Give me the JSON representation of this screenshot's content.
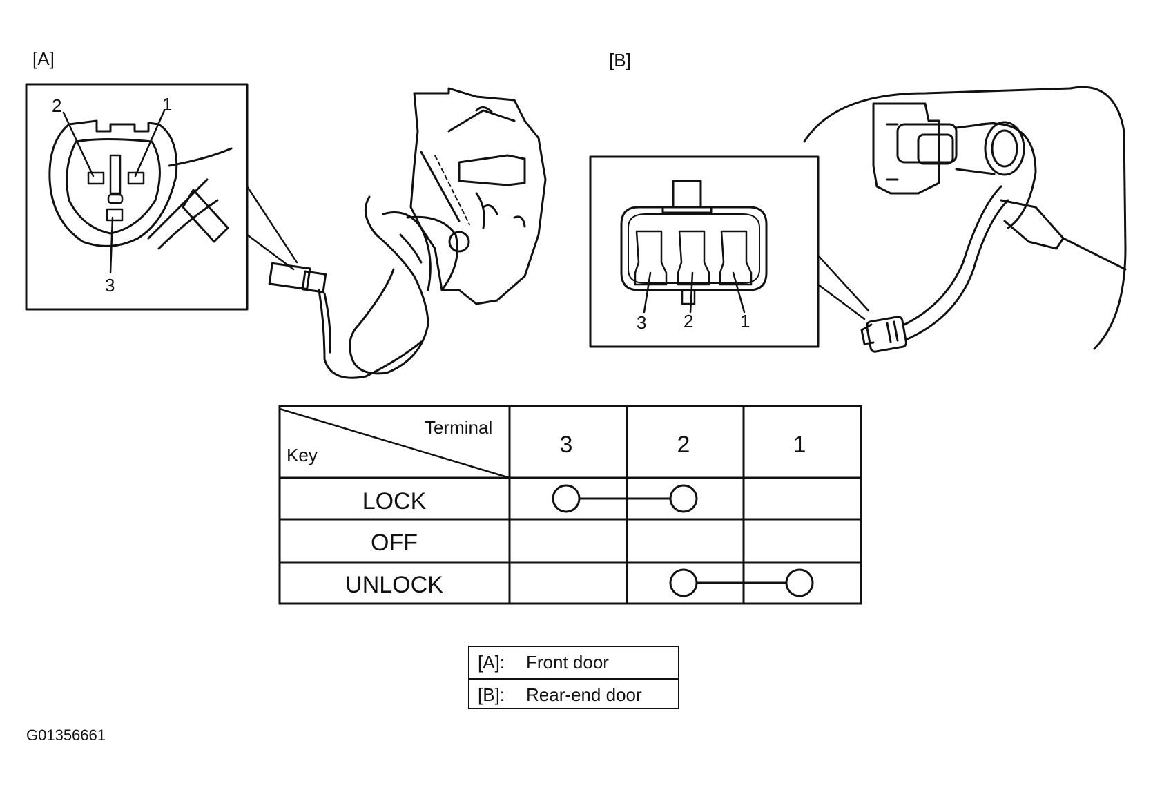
{
  "section_labels": {
    "a": "[A]",
    "b": "[B]"
  },
  "connector_a": {
    "pins": [
      "1",
      "2",
      "3"
    ]
  },
  "connector_b": {
    "pins": [
      "3",
      "2",
      "1"
    ]
  },
  "table": {
    "corner_top": "Terminal",
    "corner_bottom": "Key",
    "columns": [
      "3",
      "2",
      "1"
    ],
    "rows": [
      {
        "label": "LOCK",
        "connected": [
          "3",
          "2"
        ]
      },
      {
        "label": "OFF",
        "connected": []
      },
      {
        "label": "UNLOCK",
        "connected": [
          "2",
          "1"
        ]
      }
    ]
  },
  "legend": [
    {
      "key": "[A]:",
      "value": "Front door"
    },
    {
      "key": "[B]:",
      "value": "Rear-end door"
    }
  ],
  "figure_id": "G01356661"
}
